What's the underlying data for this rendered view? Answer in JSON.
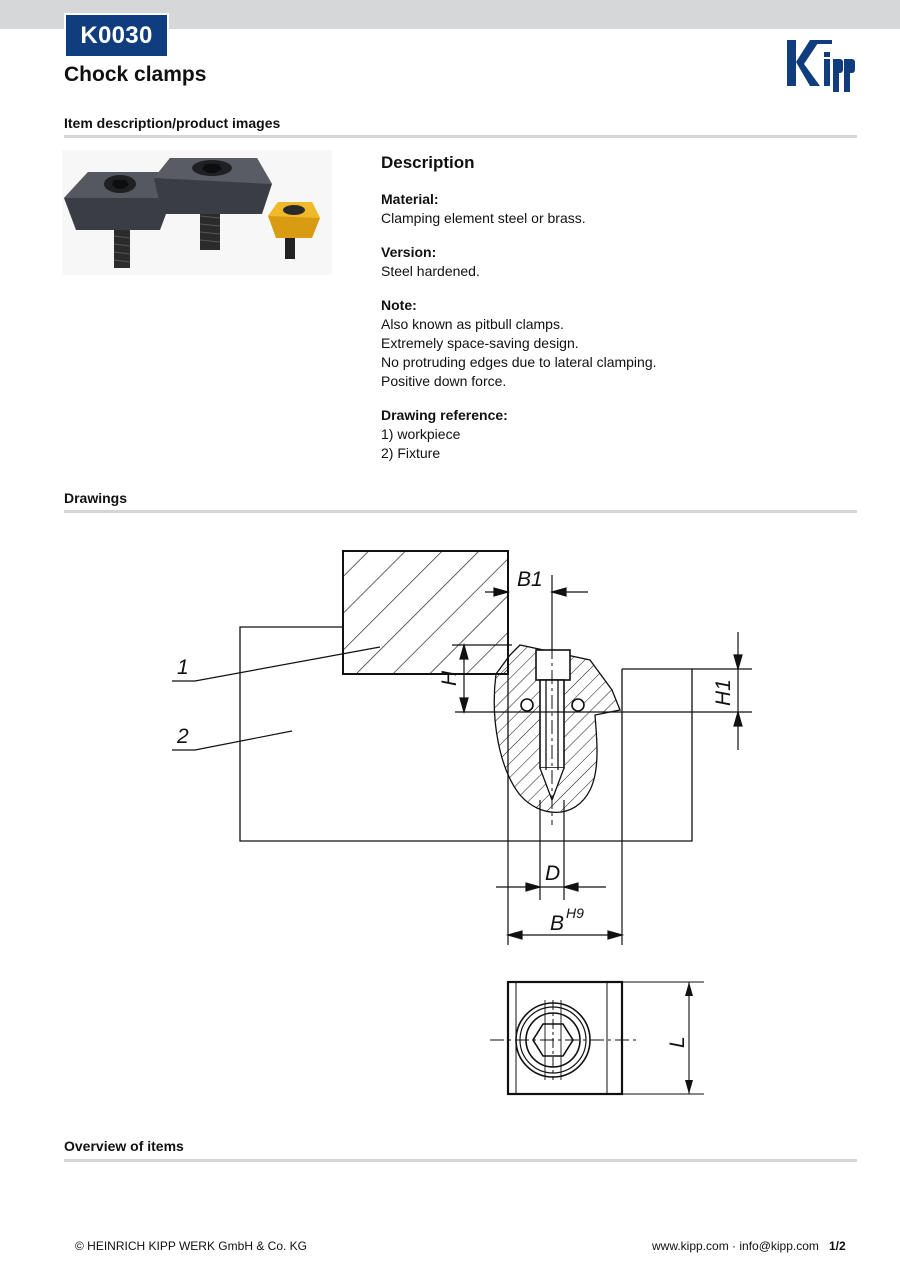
{
  "header": {
    "code": "K0030",
    "title": "Chock clamps",
    "logo_text": "kipp"
  },
  "sections": {
    "item_description": "Item description/product images",
    "drawings": "Drawings",
    "overview": "Overview of items"
  },
  "description": {
    "heading": "Description",
    "blocks": [
      {
        "label": "Material:",
        "lines": [
          "Clamping element steel or brass."
        ]
      },
      {
        "label": "Version:",
        "lines": [
          "Steel hardened."
        ]
      },
      {
        "label": "Note:",
        "lines": [
          "Also known as pitbull clamps.",
          "Extremely space-saving design.",
          "No protruding edges due to lateral clamping.",
          "Positive down force."
        ]
      },
      {
        "label": "Drawing reference:",
        "lines": [
          "1) workpiece",
          "2) Fixture"
        ]
      }
    ]
  },
  "drawing": {
    "labels": {
      "b1": "B1",
      "h": "H",
      "h1": "H1",
      "d": "D",
      "b": "B",
      "b_tolerance": "H9",
      "l": "L",
      "ref_1": "1",
      "ref_2": "2"
    }
  },
  "footer": {
    "copyright": "© HEINRICH KIPP WERK GmbH & Co. KG",
    "contact": "www.kipp.com · info@kipp.com",
    "page": "1/2"
  },
  "colors": {
    "brand_blue": "#0f3d7e",
    "rule_gray": "#d4d5d7",
    "top_bar": "#d6d7d9"
  }
}
